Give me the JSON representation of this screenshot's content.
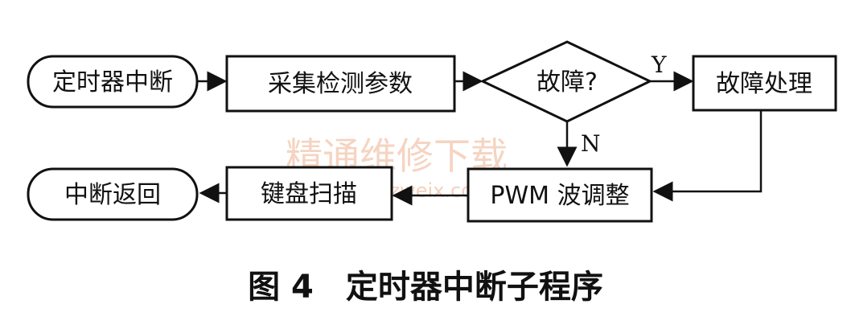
{
  "nodes": {
    "timer_interrupt": "定时器中断",
    "collect_params": "采集检测参数",
    "fault_decision": "故障?",
    "fault_handling": "故障处理",
    "pwm_adjust": "PWM 波调整",
    "keyboard_scan": "键盘扫描",
    "interrupt_return": "中断返回"
  },
  "edges": {
    "yes_label": "Y",
    "no_label": "N"
  },
  "caption": "图 4　定时器中断子程序",
  "watermark": {
    "text": "精通维修下载",
    "url": "www.gzweix.com"
  },
  "colors": {
    "line": "#111111",
    "watermark": "#f2c6ad"
  }
}
